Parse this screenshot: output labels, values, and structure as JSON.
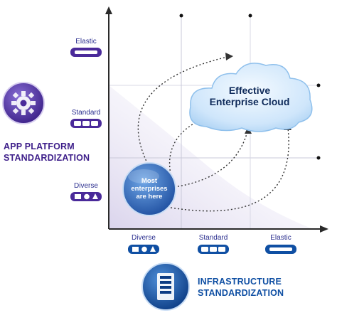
{
  "diagram": {
    "y_axis": {
      "title_line1": "APP PLATFORM",
      "title_line2": "STANDARDIZATION",
      "levels": [
        "Elastic",
        "Standard",
        "Diverse"
      ],
      "icon": "gear-icon"
    },
    "x_axis": {
      "title_line1": "INFRASTRUCTURE",
      "title_line2": "STANDARDIZATION",
      "levels": [
        "Diverse",
        "Standard",
        "Elastic"
      ],
      "icon": "server-rack-icon"
    },
    "cloud": {
      "line1": "Effective",
      "line2": "Enterprise Cloud"
    },
    "bubble": {
      "line1": "Most",
      "line2": "enterprises",
      "line3": "are here"
    },
    "colors": {
      "purple": "#4a2a9a",
      "blue": "#0f4fa3",
      "cloud": "#cfe6fb",
      "grid": "#c9c9d9"
    }
  }
}
